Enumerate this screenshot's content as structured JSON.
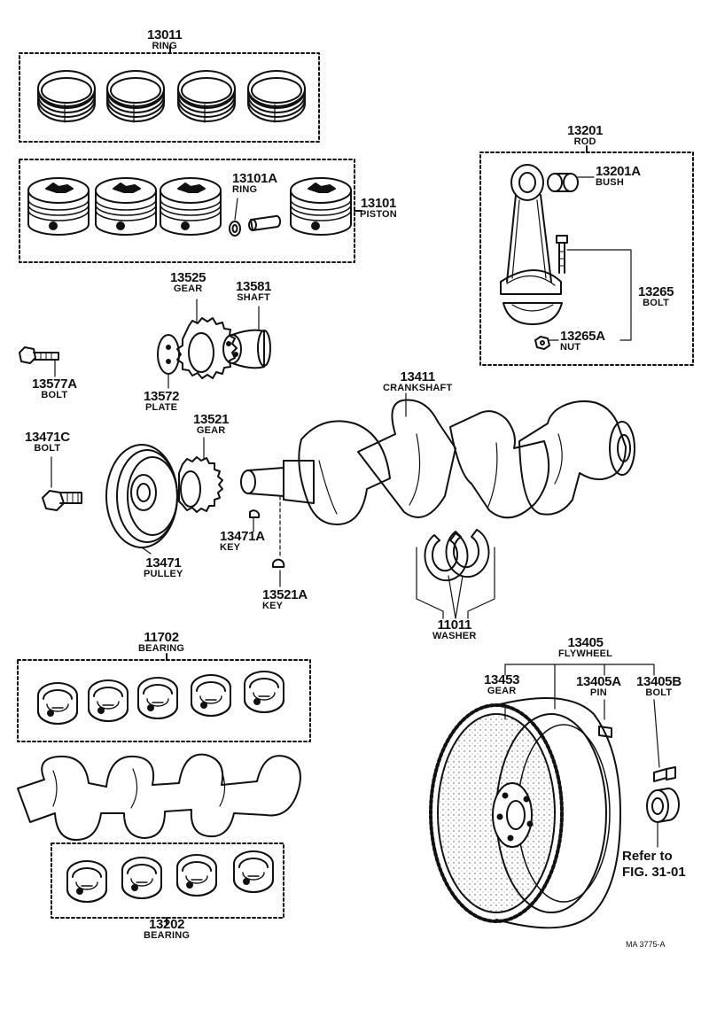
{
  "parts": {
    "ring": {
      "number": "13011",
      "name": "RING"
    },
    "piston": {
      "number": "13101",
      "name": "PISTON"
    },
    "piston_ring": {
      "number": "13101A",
      "name": "RING"
    },
    "rod": {
      "number": "13201",
      "name": "ROD"
    },
    "bush": {
      "number": "13201A",
      "name": "BUSH"
    },
    "rod_bolt": {
      "number": "13265",
      "name": "BOLT"
    },
    "rod_nut": {
      "number": "13265A",
      "name": "NUT"
    },
    "gear_13525": {
      "number": "13525",
      "name": "GEAR"
    },
    "shaft": {
      "number": "13581",
      "name": "SHAFT"
    },
    "bolt_13577A": {
      "number": "13577A",
      "name": "BOLT"
    },
    "plate": {
      "number": "13572",
      "name": "PLATE"
    },
    "crankshaft": {
      "number": "13411",
      "name": "CRANKSHAFT"
    },
    "bolt_13471C": {
      "number": "13471C",
      "name": "BOLT"
    },
    "gear_13521": {
      "number": "13521",
      "name": "GEAR"
    },
    "key_13471A": {
      "number": "13471A",
      "name": "KEY"
    },
    "pulley": {
      "number": "13471",
      "name": "PULLEY"
    },
    "key_13521A": {
      "number": "13521A",
      "name": "KEY"
    },
    "washer": {
      "number": "11011",
      "name": "WASHER"
    },
    "bearing_11702": {
      "number": "11702",
      "name": "BEARING"
    },
    "flywheel": {
      "number": "13405",
      "name": "FLYWHEEL"
    },
    "fly_gear": {
      "number": "13453",
      "name": "GEAR"
    },
    "pin": {
      "number": "13405A",
      "name": "PIN"
    },
    "fly_bolt": {
      "number": "13405B",
      "name": "BOLT"
    },
    "bearing_13202": {
      "number": "13202",
      "name": "BEARING"
    }
  },
  "reference": {
    "line1": "Refer to",
    "line2": "FIG. 31-01"
  },
  "figure_code": "MA  3775-A"
}
